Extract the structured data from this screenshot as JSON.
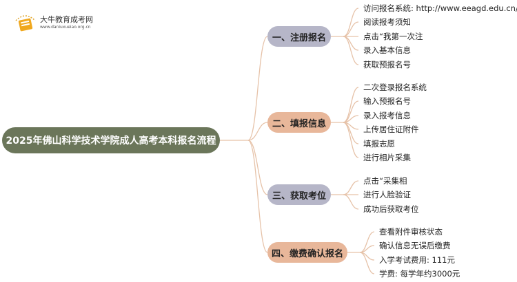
{
  "logo": {
    "title": "大牛教育成考网",
    "url": "www.daniuxueiao.org.cn"
  },
  "root": {
    "label": "2025年佛山科学技术学院成人高考本科报名流程"
  },
  "branches": [
    {
      "label": "一、注册报名",
      "items": [
        "访问报名系统: http://www.eeagd.edu.cn/cr",
        "阅读报考须知",
        "点击“我第一次注",
        "录入基本信息",
        "获取预报名号"
      ]
    },
    {
      "label": "二、填报信息",
      "items": [
        "二次登录报名系统",
        "输入预报名号",
        "录入报考信息",
        "上传居住证附件",
        "填报志愿",
        "进行相片采集"
      ]
    },
    {
      "label": "三、获取考位",
      "items": [
        "点击“采集相",
        "进行人脸验证",
        "成功后获取考位"
      ]
    },
    {
      "label": "四、缴费确认报名",
      "items": [
        "查看附件审核状态",
        "确认信息无误后缴费",
        "入学考试费用: 111元",
        "学费: 每学年约3000元"
      ]
    }
  ],
  "colors": {
    "root_bg": "#6b765a",
    "branch_cool": "#b6b6c8",
    "branch_warm": "#e8b79a",
    "line": "#e6c2a8"
  }
}
